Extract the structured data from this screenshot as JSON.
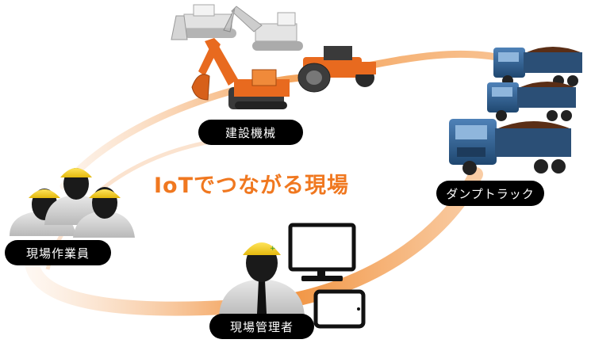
{
  "headline": "IoTでつながる現場",
  "nodes": {
    "construction_machinery": "建設機械",
    "dump_truck": "ダンプトラック",
    "site_workers": "現場作業員",
    "site_manager": "現場管理者"
  },
  "icons": {
    "machinery": [
      "bulldozer-icon",
      "excavator-icon",
      "hydraulic-excavator-icon",
      "road-roller-icon"
    ],
    "trucks": [
      "dump-truck-icon"
    ],
    "people": [
      "worker-icon",
      "manager-icon"
    ],
    "devices": [
      "monitor-icon",
      "tablet-icon"
    ]
  },
  "colors": {
    "accent": "#f07820",
    "arc": "#f39a4a",
    "helmet": "#f6d21c",
    "truck_cab": "#2f5d8c",
    "excavator": "#e86a1f",
    "label_bg": "#000000"
  }
}
